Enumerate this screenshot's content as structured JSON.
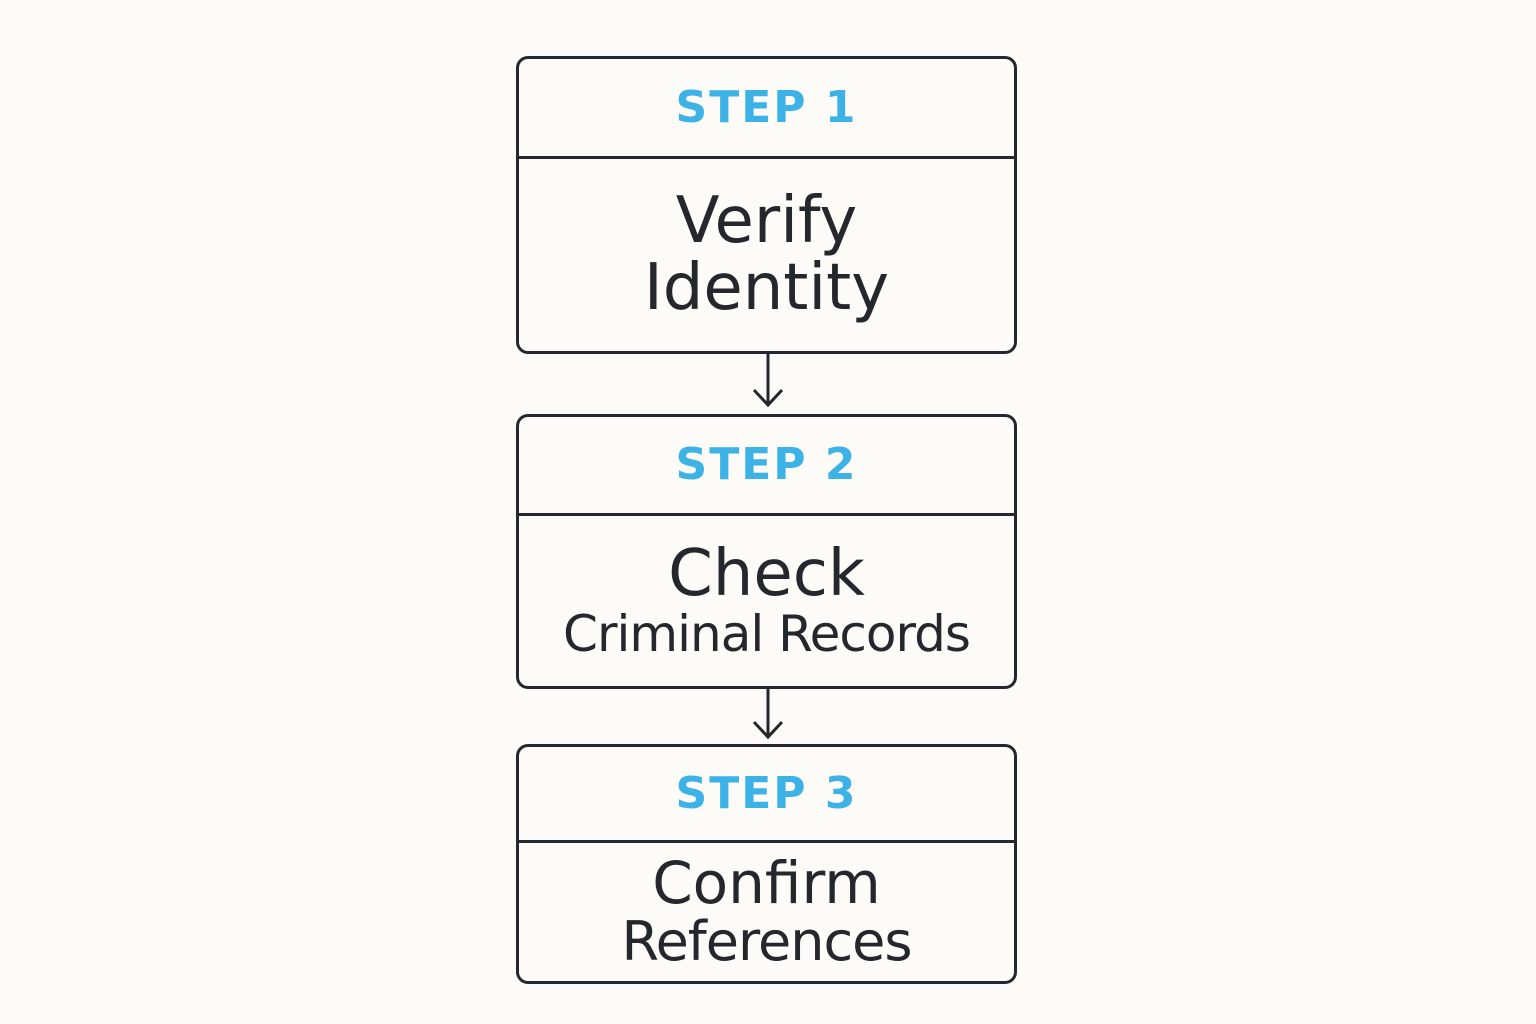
{
  "steps": [
    {
      "label": "STEP 1",
      "lines": [
        "Verify",
        "Identity"
      ]
    },
    {
      "label": "STEP 2",
      "lines": [
        "Check",
        "Criminal Records"
      ]
    },
    {
      "label": "STEP 3",
      "lines": [
        "Confirm",
        "References"
      ]
    }
  ],
  "colors": {
    "accent": "#3cb2e6",
    "ink": "#24272b",
    "background": "#fcfbf7"
  }
}
